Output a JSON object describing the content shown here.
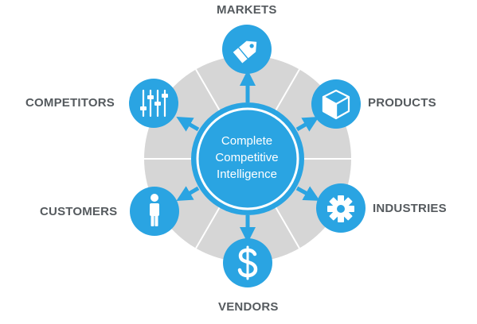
{
  "center": {
    "lines": [
      "Complete",
      "Competitive",
      "Intelligence"
    ]
  },
  "nodes": {
    "markets": {
      "label": "MARKETS",
      "icon": "price-tag-icon"
    },
    "products": {
      "label": "PRODUCTS",
      "icon": "box-icon"
    },
    "industries": {
      "label": "INDUSTRIES",
      "icon": "gear-icon"
    },
    "vendors": {
      "label": "VENDORS",
      "icon": "dollar-icon"
    },
    "customers": {
      "label": "CUSTOMERS",
      "icon": "person-icon"
    },
    "competitors": {
      "label": "COMPETITORS",
      "icon": "sliders-icon"
    }
  },
  "colors": {
    "node": "#2aa4e2",
    "center": "#2aa4e2",
    "ring": "#d6d6d6",
    "label": "#555a5e"
  }
}
